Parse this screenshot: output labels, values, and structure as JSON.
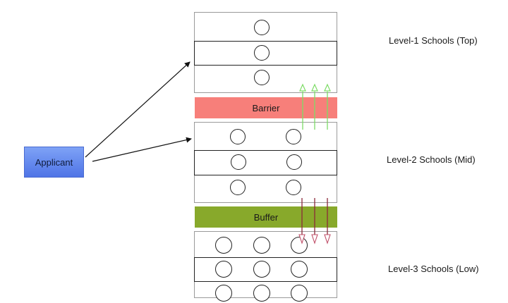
{
  "applicant": {
    "label": "Applicant",
    "color": "#6a8ef0"
  },
  "levels": [
    {
      "label": "Level-1 Schools (Top)",
      "circles_per_row": 1
    },
    {
      "label": "Level-2 Schools (Mid)",
      "circles_per_row": 2
    },
    {
      "label": "Level-3 Schools (Low)",
      "circles_per_row": 3
    }
  ],
  "barrier": {
    "label": "Barrier",
    "color": "#f77f7a"
  },
  "buffer": {
    "label": "Buffer",
    "color": "#88a92b"
  },
  "arrows": {
    "upward_color": "#7ddc66",
    "downward_color": "#8b2a3a"
  }
}
